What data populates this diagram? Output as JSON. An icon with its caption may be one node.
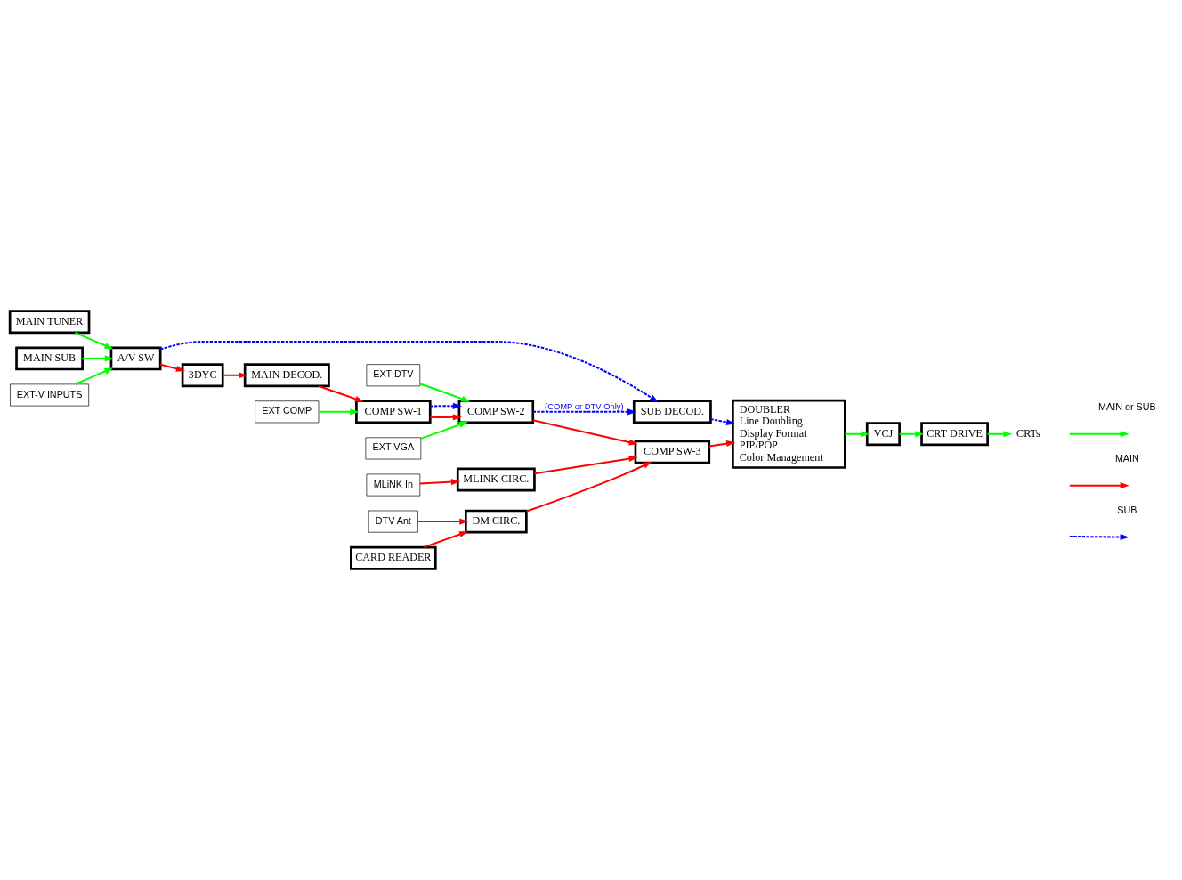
{
  "diagram": {
    "nodes": [
      {
        "text": [
          "MAIN TUNER"
        ]
      },
      {
        "text": [
          "MAIN SUB"
        ]
      },
      {
        "text": [
          "EXT-V INPUTS"
        ]
      },
      {
        "text": [
          "A/V SW"
        ]
      },
      {
        "text": [
          "3DYC"
        ]
      },
      {
        "text": [
          "MAIN DECOD."
        ]
      },
      {
        "text": [
          "EXT COMP"
        ]
      },
      {
        "text": [
          "COMP SW-1"
        ]
      },
      {
        "text": [
          "EXT VGA"
        ]
      },
      {
        "text": [
          "EXT DTV"
        ]
      },
      {
        "text": [
          "COMP SW-2"
        ]
      },
      {
        "text": [
          "MLiNK In"
        ]
      },
      {
        "text": [
          "MLINK CIRC."
        ]
      },
      {
        "text": [
          "SUB DECOD."
        ]
      },
      {
        "text": [
          "DOUBLER",
          "Line Doubling",
          "Display Format",
          "PIP/POP",
          "Color Management"
        ]
      },
      {
        "text": [
          "COMP SW-3"
        ]
      },
      {
        "text": [
          "DM CIRC."
        ]
      },
      {
        "text": [
          "CARD READER"
        ]
      },
      {
        "text": [
          "DTV Ant"
        ]
      },
      {
        "text": [
          "VCJ"
        ]
      },
      {
        "text": [
          "CRT DRIVE"
        ]
      },
      {
        "text": [
          "CRTs"
        ]
      }
    ],
    "edges": [
      {
        "from": 0,
        "to": 3,
        "arrow": "to",
        "color": "#00ff00"
      },
      {
        "from": 1,
        "to": 3,
        "arrow": "to",
        "color": "#00ff00"
      },
      {
        "from": 2,
        "to": 3,
        "arrow": "to",
        "color": "#00ff00"
      },
      {
        "from": 3,
        "to": 4,
        "arrow": "to"
      },
      {
        "from": 4,
        "to": 5,
        "arrow": "to"
      },
      {
        "from": 5,
        "to": 7,
        "arrow": "to"
      },
      {
        "from": 6,
        "to": 7,
        "arrow": "to",
        "color": "#00ff00"
      },
      {
        "from": 7,
        "to": 10,
        "arrow": "to"
      },
      {
        "from": 7,
        "to": 10,
        "arrow": "to",
        "style": "dashed",
        "color": "#0000ff"
      },
      {
        "from": 8,
        "to": 10,
        "arrow": "to",
        "color": "#00ff00"
      },
      {
        "from": 9,
        "to": 10,
        "arrow": "to",
        "color": "#00ff00"
      },
      {
        "from": 10,
        "to": 15,
        "arrow": "to"
      },
      {
        "from": 10,
        "to": 13,
        "arrow": "to",
        "label": "(COMP or DTV Only)",
        "style": "dashed",
        "color": "#0000ff"
      },
      {
        "from": 11,
        "to": 12,
        "arrow": "to"
      },
      {
        "from": 12,
        "to": 15,
        "arrow": "to"
      },
      {
        "from": 16,
        "to": 15,
        "arrow": "to"
      },
      {
        "from": 17,
        "to": 16,
        "arrow": "to"
      },
      {
        "from": 18,
        "to": 16,
        "arrow": "to"
      },
      {
        "from": 15,
        "to": 14,
        "arrow": "to"
      },
      {
        "from": 3,
        "to": 13,
        "arrow": "to",
        "style": "dashed",
        "color": "#0000ff"
      },
      {
        "from": 13,
        "to": 14,
        "arrow": "to",
        "style": "dashed",
        "color": "#0000ff"
      },
      {
        "from": 14,
        "to": 19,
        "arrow": "to",
        "color": "#00ff00"
      },
      {
        "from": 19,
        "to": 20,
        "arrow": "to",
        "color": "#00ff00"
      },
      {
        "from": 20,
        "to": 21,
        "arrow": "to",
        "color": "#00ff00"
      }
    ],
    "legend": [
      {
        "text": "MAIN or SUB"
      },
      {
        "text": "MAIN"
      },
      {
        "text": "SUB"
      }
    ]
  }
}
